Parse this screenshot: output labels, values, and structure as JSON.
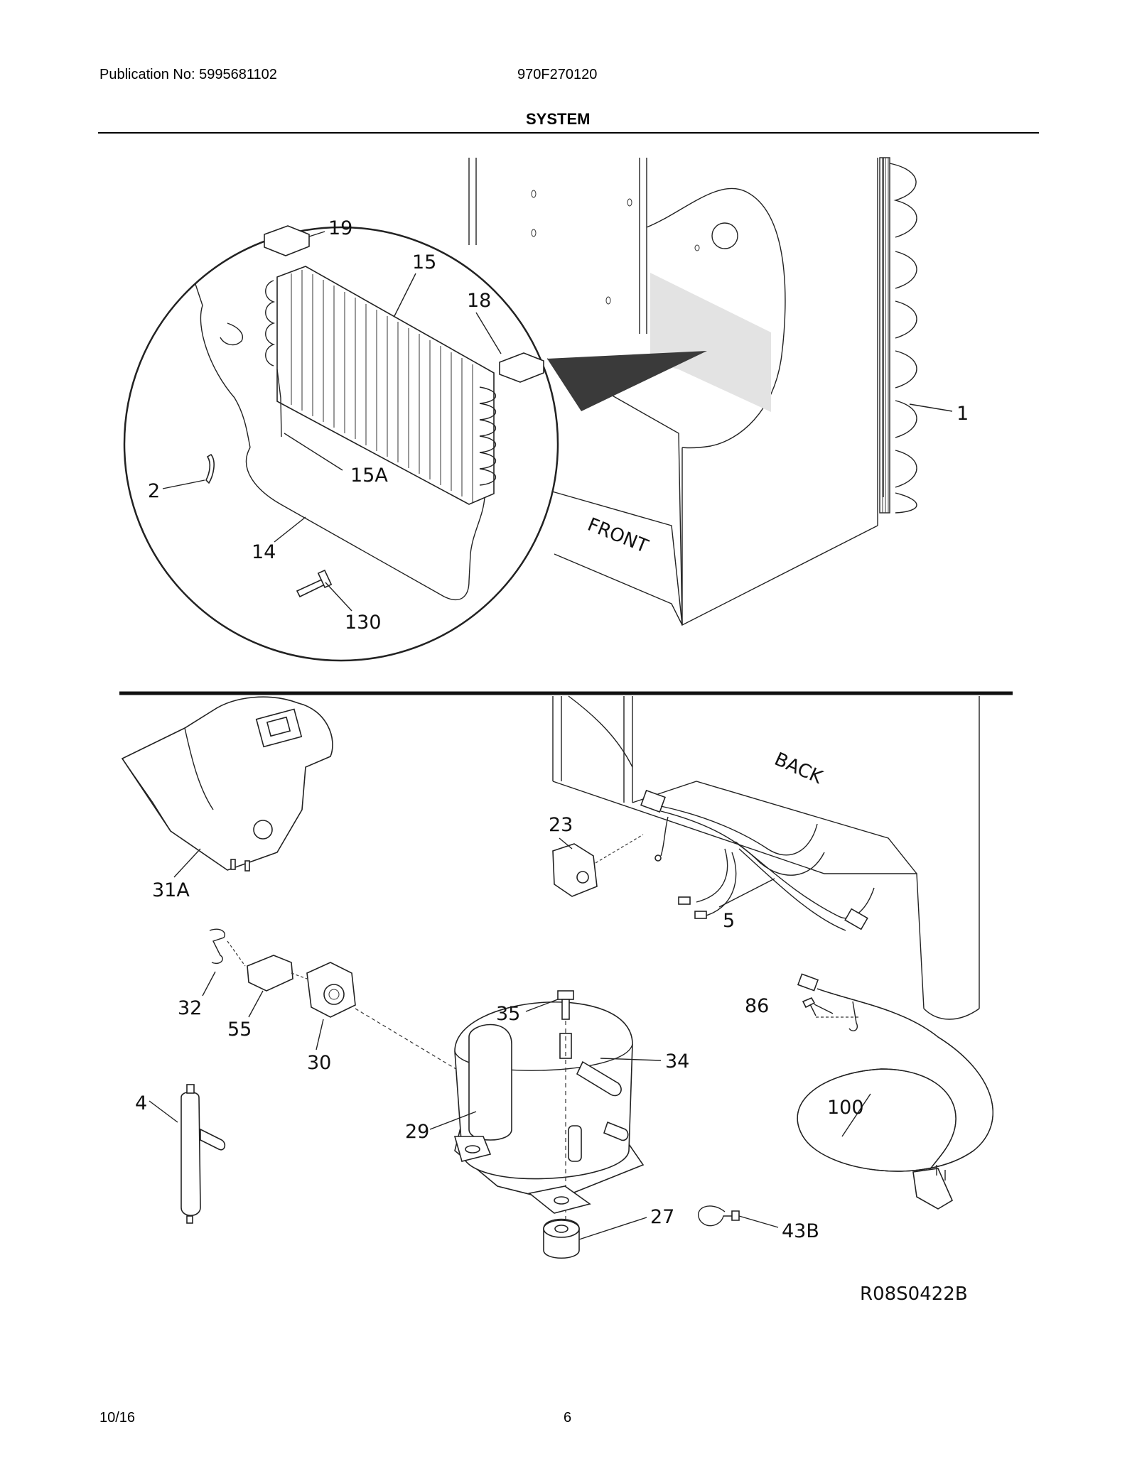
{
  "header": {
    "publication": "Publication No: 5995681102",
    "model": "970F270120",
    "section_title": "SYSTEM"
  },
  "diagram": {
    "labels": {
      "front": "FRONT",
      "back": "BACK"
    },
    "callouts": [
      "1",
      "2",
      "14",
      "15",
      "15A",
      "18",
      "19",
      "130",
      "31A",
      "23",
      "5",
      "32",
      "55",
      "30",
      "35",
      "34",
      "86",
      "100",
      "4",
      "29",
      "27",
      "43B"
    ],
    "reference_code": "R08S0422B"
  },
  "footer": {
    "date": "10/16",
    "page": "6"
  }
}
